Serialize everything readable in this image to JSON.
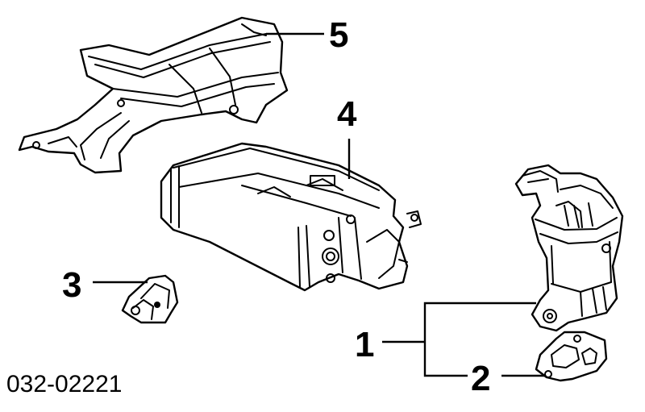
{
  "diagram_code": "032-02221",
  "callouts": {
    "c1": "1",
    "c2": "2",
    "c3": "3",
    "c4": "4",
    "c5": "5"
  }
}
